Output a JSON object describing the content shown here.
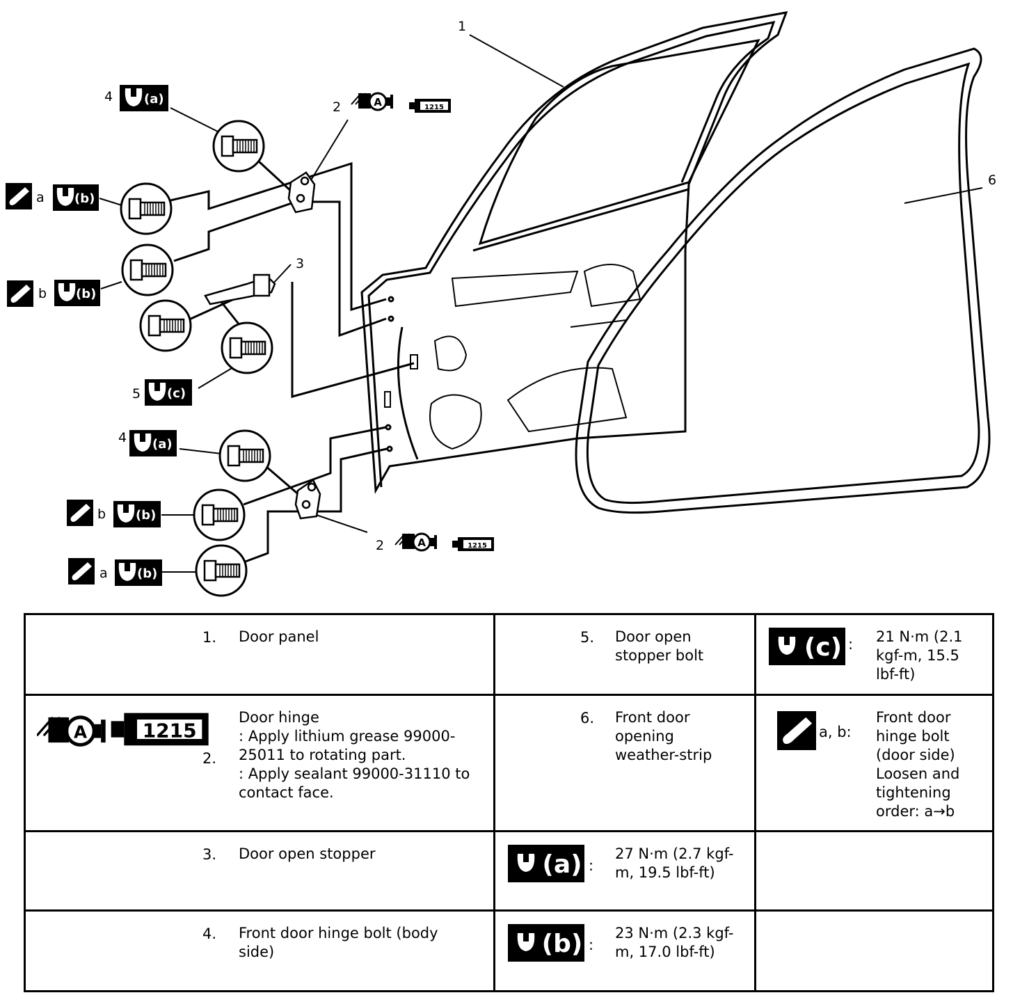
{
  "callouts": {
    "c1": "1",
    "c2_top": "2",
    "c2_bottom": "2",
    "c3": "3",
    "c4_top": "4",
    "c4_bottom": "4",
    "c5": "5",
    "c6": "6",
    "seq_a": "a",
    "seq_b": "b"
  },
  "tags": {
    "torque_a": "(a)",
    "torque_b": "(b)",
    "torque_c": "(c)",
    "grease_letter": "A",
    "sealant_code": "1215"
  },
  "legend": {
    "rows": [
      {
        "left": {
          "num": "1.",
          "text": "Door panel"
        },
        "middle": {
          "num": "5.",
          "text": "Door open stopper bolt"
        },
        "right": {
          "icon": "torque-c-icon",
          "value": "21 N⋅m (2.1 kgf-m, 15.5 lbf-ft)"
        }
      },
      {
        "left": {
          "num": "2.",
          "line1": "Door hinge",
          "line2": ": Apply lithium grease 99000-25011 to rotating part.",
          "line3": ": Apply sealant 99000-31110 to contact face."
        },
        "middle": {
          "num": "6.",
          "text": "Front door opening weather-strip"
        },
        "right": {
          "icon": "loosen-tighten-icon",
          "label": "a, b:",
          "value": "Front door hinge bolt (door side) Loosen and tightening order: a→b"
        }
      },
      {
        "left": {
          "num": "3.",
          "text": "Door open stopper"
        },
        "middle": {
          "icon": "torque-a-icon",
          "value": "27 N⋅m (2.7 kgf-m, 19.5 lbf-ft)"
        },
        "right": {}
      },
      {
        "left": {
          "num": "4.",
          "text": "Front door hinge bolt (body side)"
        },
        "middle": {
          "icon": "torque-b-icon",
          "value": "23 N⋅m (2.3 kgf-m, 17.0 lbf-ft)"
        },
        "right": {}
      }
    ],
    "colon": ":"
  },
  "colors": {
    "ink": "#000000",
    "paper": "#ffffff"
  }
}
